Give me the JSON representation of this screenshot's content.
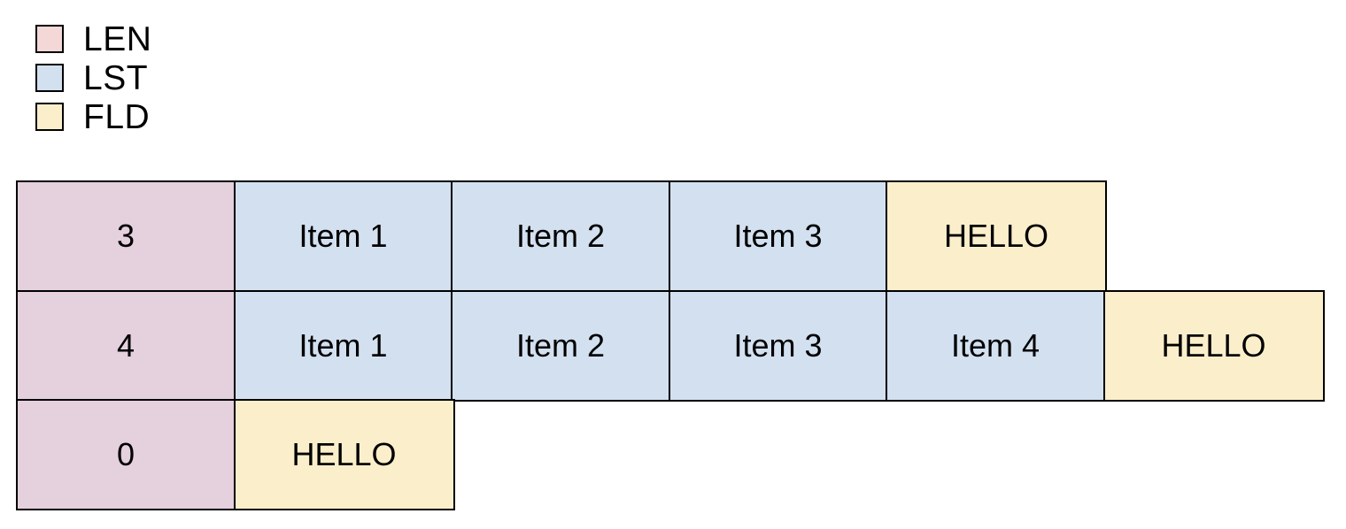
{
  "legend": {
    "items": [
      {
        "label": "LEN",
        "color": "#f4d7d7",
        "kind": "len"
      },
      {
        "label": "LST",
        "color": "#d3e0f0",
        "kind": "lst"
      },
      {
        "label": "FLD",
        "color": "#fbefcb",
        "kind": "fld"
      }
    ]
  },
  "colors": {
    "len_fill": "#e5d0de",
    "lst_fill": "#d3e0f0",
    "fld_fill": "#fbefcb",
    "border": "#000000",
    "background": "#ffffff",
    "text": "#000000"
  },
  "table": {
    "rows": [
      {
        "cells": [
          {
            "kind": "len",
            "text": "3"
          },
          {
            "kind": "lst",
            "text": "Item 1"
          },
          {
            "kind": "lst",
            "text": "Item 2"
          },
          {
            "kind": "lst",
            "text": "Item 3"
          },
          {
            "kind": "fld",
            "text": "HELLO"
          }
        ]
      },
      {
        "cells": [
          {
            "kind": "len",
            "text": "4"
          },
          {
            "kind": "lst",
            "text": "Item 1"
          },
          {
            "kind": "lst",
            "text": "Item 2"
          },
          {
            "kind": "lst",
            "text": "Item 3"
          },
          {
            "kind": "lst",
            "text": "Item 4"
          },
          {
            "kind": "fld",
            "text": "HELLO"
          }
        ]
      },
      {
        "cells": [
          {
            "kind": "len",
            "text": "0"
          },
          {
            "kind": "fld",
            "text": "HELLO"
          }
        ]
      }
    ]
  }
}
